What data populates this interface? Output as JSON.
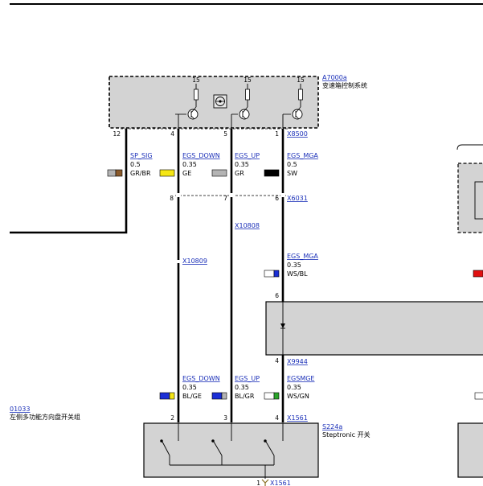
{
  "modules": {
    "egs": {
      "ref": "A7000a",
      "desc": "变速箱控制系统",
      "connector": "X8500",
      "supply": [
        "15",
        "15",
        "15"
      ],
      "pins": [
        "12",
        "4",
        "5",
        "1"
      ]
    },
    "steptronic": {
      "ref": "S224a",
      "desc": "Steptronic 开关",
      "connector": "X1561",
      "ground_pin": "1",
      "pins": [
        "2",
        "3",
        "4"
      ]
    },
    "left_ref": {
      "ref": "01033",
      "desc": "左侧多功能方向盘开关组"
    }
  },
  "connectors": {
    "x6031": {
      "ref": "X6031",
      "pins": [
        "8",
        "7",
        "6"
      ]
    },
    "x9944": {
      "ref": "X9944",
      "pin_top": "6",
      "pin_bottom": "4"
    },
    "x10808": "X10808",
    "x10809": "X10809"
  },
  "wires_top": [
    {
      "signal": "SP_SIG",
      "size": "0.5",
      "color": "GR/BR"
    },
    {
      "signal": "EGS_DOWN",
      "size": "0.35",
      "color": "GE"
    },
    {
      "signal": "EGS_UP",
      "size": "0.35",
      "color": "GR"
    },
    {
      "signal": "EGS_MGA",
      "size": "0.5",
      "color": "SW"
    }
  ],
  "wire_mid": {
    "signal": "EGS_MGA",
    "size": "0.35",
    "color": "WS/BL"
  },
  "wires_bottom": [
    {
      "signal": "EGS_DOWN",
      "size": "0.35",
      "color": "BL/GE"
    },
    {
      "signal": "EGS_UP",
      "size": "0.35",
      "color": "BL/GR"
    },
    {
      "signal": "EGSMGE",
      "size": "0.35",
      "color": "WS/GN"
    }
  ],
  "swatch_colors": {
    "GR/BR": [
      "#b4b4b4",
      "#8a5a2b"
    ],
    "GE": [
      "#f5e614",
      "#f5e614"
    ],
    "GR": [
      "#b4b4b4",
      "#b4b4b4"
    ],
    "SW": [
      "#000000",
      "#000000"
    ],
    "WS/BL": [
      "#ffffff",
      "#1b2fd6"
    ],
    "BL/GE": [
      "#1b2fd6",
      "#f5e614"
    ],
    "BL/GR": [
      "#1b2fd6",
      "#b4b4b4"
    ],
    "WS/GN": [
      "#ffffff",
      "#2aa52a"
    ]
  }
}
